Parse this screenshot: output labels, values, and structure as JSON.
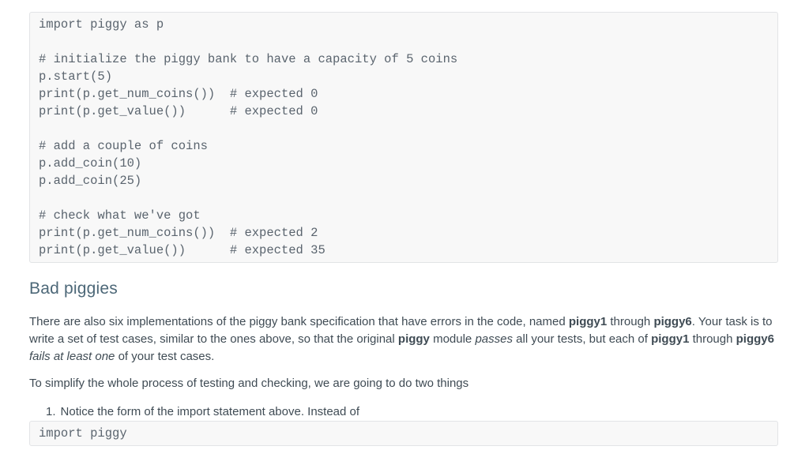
{
  "colors": {
    "heading": "#4d6878",
    "body": "#3f4b54",
    "code": "#5a646e",
    "code-bg": "#f8f8f8",
    "code-border": "#e2e4e6",
    "page-bg": "#ffffff"
  },
  "code_block_top": {
    "code": "import piggy as p\n\n# initialize the piggy bank to have a capacity of 5 coins\np.start(5)\nprint(p.get_num_coins())  # expected 0\nprint(p.get_value())      # expected 0\n\n# add a couple of coins\np.add_coin(10)\np.add_coin(25)\n\n# check what we've got\nprint(p.get_num_coins())  # expected 2\nprint(p.get_value())      # expected 35"
  },
  "section": {
    "heading": "Bad piggies"
  },
  "intro_paragraph": {
    "segments": [
      {
        "text": "There are also six implementations of the piggy bank specification that have errors in the code, named ",
        "style": ""
      },
      {
        "text": "piggy1",
        "style": "b"
      },
      {
        "text": " through ",
        "style": ""
      },
      {
        "text": "piggy6",
        "style": "b"
      },
      {
        "text": ". Your task is to write a set of test cases, similar to the ones above, so that the original ",
        "style": ""
      },
      {
        "text": "piggy",
        "style": "b"
      },
      {
        "text": " module ",
        "style": ""
      },
      {
        "text": "passes",
        "style": "i"
      },
      {
        "text": " all your tests, but each of ",
        "style": ""
      },
      {
        "text": "piggy1",
        "style": "b"
      },
      {
        "text": " through ",
        "style": ""
      },
      {
        "text": "piggy6",
        "style": "b"
      },
      {
        "text": " ",
        "style": ""
      },
      {
        "text": "fails at least one",
        "style": "i"
      },
      {
        "text": " of your test cases.",
        "style": ""
      }
    ]
  },
  "simplify_paragraph": {
    "text": "To simplify the whole process of testing and checking, we are going to do two things"
  },
  "steps_list": {
    "items": [
      {
        "number": "1.",
        "text": "Notice the form of the import statement above. Instead of"
      }
    ]
  },
  "code_block_bottom": {
    "code": "import piggy"
  }
}
